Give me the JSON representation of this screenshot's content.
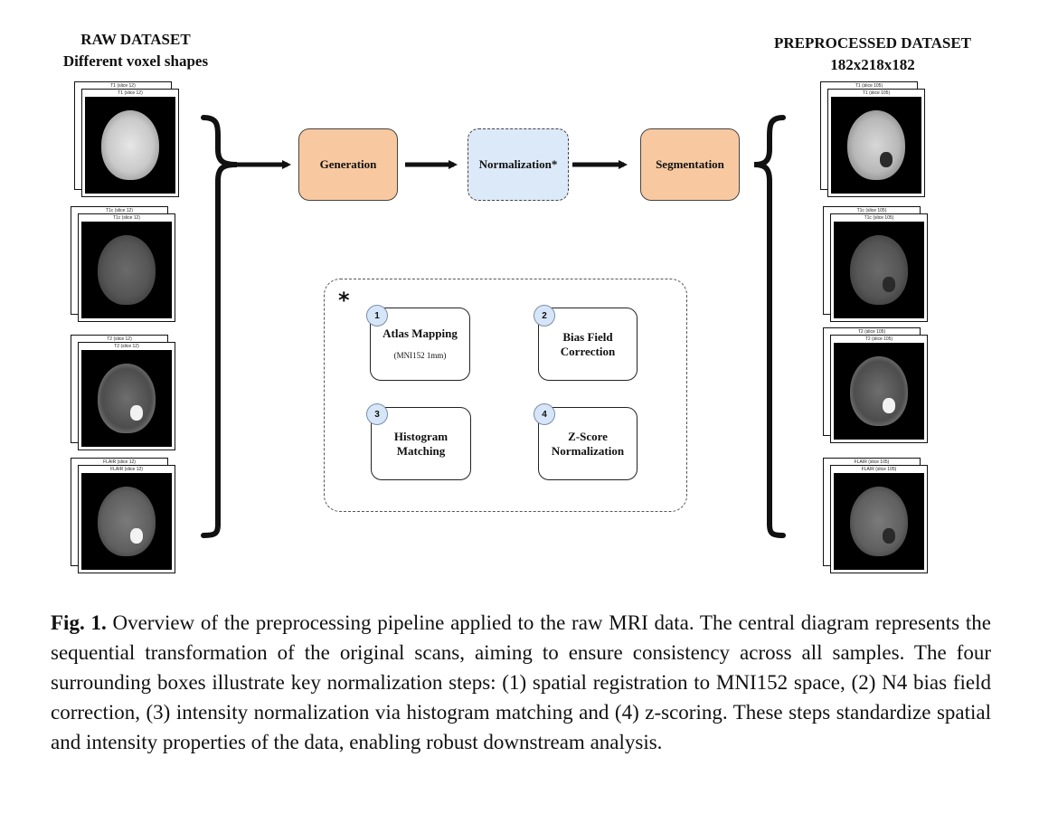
{
  "left_header": {
    "title": "RAW DATASET",
    "subtitle": "Different voxel shapes"
  },
  "right_header": {
    "title": "PREPROCESSED DATASET",
    "subtitle": "182x218x182"
  },
  "raw_scans": [
    {
      "back_label": "T1 (slice 12)",
      "front_label": "T1 (slice 12)"
    },
    {
      "back_label": "T1c (slice 12)",
      "front_label": "T1c (slice 12)"
    },
    {
      "back_label": "T2 (slice 12)",
      "front_label": "T2 (slice 12)"
    },
    {
      "back_label": "FLAIR (slice 12)",
      "front_label": "FLAIR (slice 12)"
    }
  ],
  "processed_scans": [
    {
      "back_label": "T1 (slice 105)",
      "front_label": "T1 (slice 105)"
    },
    {
      "back_label": "T1c (slice 105)",
      "front_label": "T1c (slice 105)"
    },
    {
      "back_label": "T2 (slice 105)",
      "front_label": "T2 (slice 105)"
    },
    {
      "back_label": "FLAIR (slice 105)",
      "front_label": "FLAIR (slice 105)"
    }
  ],
  "pipeline": {
    "generation": "Generation",
    "normalization": "Normalization*",
    "segmentation": "Segmentation"
  },
  "normalization_detail": {
    "marker": "*",
    "steps": [
      {
        "number": "1",
        "title_line1": "Atlas Mapping",
        "title_line2": "",
        "sub": "(MNI152 1mm)"
      },
      {
        "number": "2",
        "title_line1": "Bias Field",
        "title_line2": "Correction",
        "sub": ""
      },
      {
        "number": "3",
        "title_line1": "Histogram",
        "title_line2": "Matching",
        "sub": ""
      },
      {
        "number": "4",
        "title_line1": "Z-Score",
        "title_line2": "Normalization",
        "sub": ""
      }
    ]
  },
  "caption": {
    "label": "Fig. 1.",
    "text": " Overview of the preprocessing pipeline applied to the raw MRI data. The central diagram represents the sequential transformation of the original scans, aiming to ensure consistency across all samples. The four surrounding boxes illustrate key normalization steps: (1) spatial registration to MNI152 space, (2) N4 bias field correction, (3) intensity normalization via histogram matching and (4) z-scoring. These steps standardize spatial and intensity properties of the data, enabling robust downstream analysis."
  }
}
